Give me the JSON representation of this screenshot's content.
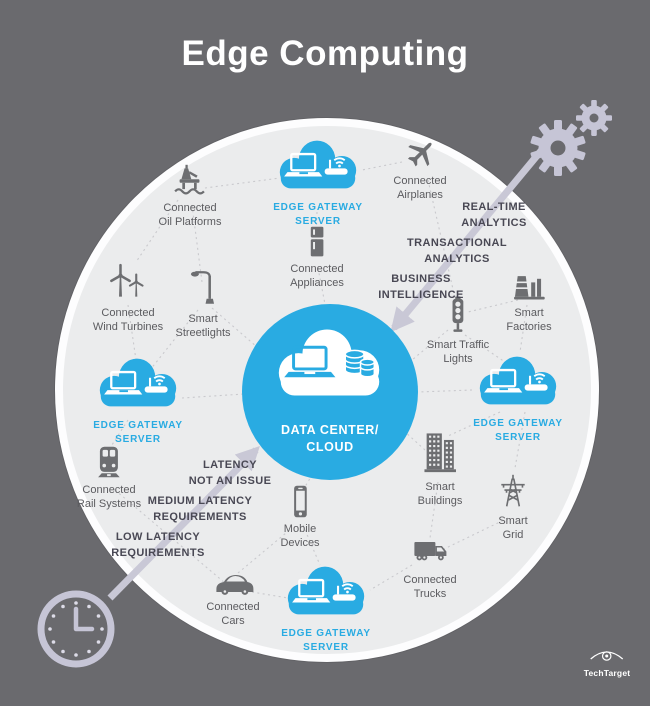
{
  "title": "Edge Computing",
  "colors": {
    "bg": "#6a6a6e",
    "circle_fill": "#ebeced",
    "cyan": "#29abe2",
    "icon": "#6d6e71",
    "label": "#5b5b5f",
    "flow": "#494854",
    "lavender": "#c6c5d6",
    "line": "#c9c9cd"
  },
  "center": {
    "line1": "DATA CENTER/",
    "line2": "CLOUD",
    "icons": [
      "laptop-icon",
      "database-icon"
    ]
  },
  "gateway": {
    "line1": "EDGE GATEWAY",
    "line2": "SERVER",
    "icons": [
      "cloud-icon",
      "laptop-icon",
      "router-icon"
    ],
    "count": 4
  },
  "devices": [
    {
      "id": "oil-platforms",
      "line1": "Connected",
      "line2": "Oil Platforms",
      "icon": "oil-platform-icon"
    },
    {
      "id": "airplanes",
      "line1": "Connected",
      "line2": "Airplanes",
      "icon": "airplane-icon"
    },
    {
      "id": "appliances",
      "line1": "Connected",
      "line2": "Appliances",
      "icon": "refrigerator-icon"
    },
    {
      "id": "wind-turbines",
      "line1": "Connected",
      "line2": "Wind Turbines",
      "icon": "wind-turbine-icon"
    },
    {
      "id": "streetlights",
      "line1": "Smart",
      "line2": "Streetlights",
      "icon": "streetlight-icon"
    },
    {
      "id": "traffic-lights",
      "line1": "Smart Traffic",
      "line2": "Lights",
      "icon": "traffic-light-icon"
    },
    {
      "id": "factories",
      "line1": "Smart",
      "line2": "Factories",
      "icon": "factory-icon"
    },
    {
      "id": "buildings",
      "line1": "Smart",
      "line2": "Buildings",
      "icon": "building-icon"
    },
    {
      "id": "grid",
      "line1": "Smart",
      "line2": "Grid",
      "icon": "transmission-tower-icon"
    },
    {
      "id": "trucks",
      "line1": "Connected",
      "line2": "Trucks",
      "icon": "truck-icon"
    },
    {
      "id": "mobile-devices",
      "line1": "Mobile",
      "line2": "Devices",
      "icon": "smartphone-icon"
    },
    {
      "id": "cars",
      "line1": "Connected",
      "line2": "Cars",
      "icon": "car-icon"
    },
    {
      "id": "rail-systems",
      "line1": "Connected",
      "line2": "Rail Systems",
      "icon": "train-icon"
    }
  ],
  "flow_labels": [
    {
      "line1": "REAL-TIME",
      "line2": "ANALYTICS"
    },
    {
      "line1": "TRANSACTIONAL",
      "line2": "ANALYTICS"
    },
    {
      "line1": "BUSINESS",
      "line2": "INTELLIGENCE"
    },
    {
      "line1": "LATENCY",
      "line2": "NOT AN ISSUE"
    },
    {
      "line1": "MEDIUM LATENCY",
      "line2": "REQUIREMENTS"
    },
    {
      "line1": "LOW LATENCY",
      "line2": "REQUIREMENTS"
    }
  ],
  "decor_icons": [
    "gears-icon",
    "clock-icon",
    "eye-icon"
  ],
  "logo": {
    "text": "TechTarget"
  }
}
